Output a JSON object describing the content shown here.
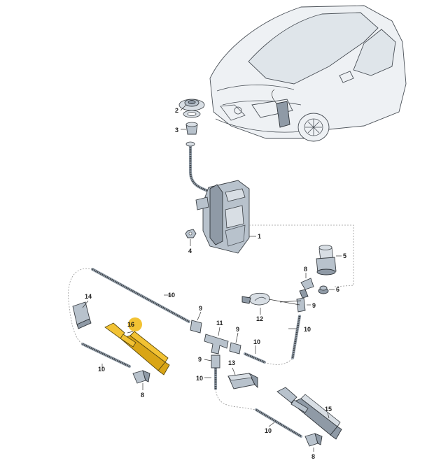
{
  "diagram": {
    "highlight_color": "#f2c233",
    "labels": [
      {
        "id": "l1",
        "text": "1"
      },
      {
        "id": "l2",
        "text": "2"
      },
      {
        "id": "l3",
        "text": "3"
      },
      {
        "id": "l4",
        "text": "4"
      },
      {
        "id": "l5",
        "text": "5"
      },
      {
        "id": "l6",
        "text": "6"
      },
      {
        "id": "l8a",
        "text": "8"
      },
      {
        "id": "l8b",
        "text": "8"
      },
      {
        "id": "l8c",
        "text": "8"
      },
      {
        "id": "l9a",
        "text": "9"
      },
      {
        "id": "l9b",
        "text": "9"
      },
      {
        "id": "l9c",
        "text": "9"
      },
      {
        "id": "l9d",
        "text": "9"
      },
      {
        "id": "l10a",
        "text": "10"
      },
      {
        "id": "l10b",
        "text": "10"
      },
      {
        "id": "l10c",
        "text": "10"
      },
      {
        "id": "l10d",
        "text": "10"
      },
      {
        "id": "l10e",
        "text": "10"
      },
      {
        "id": "l10f",
        "text": "10"
      },
      {
        "id": "l11",
        "text": "11"
      },
      {
        "id": "l12",
        "text": "12"
      },
      {
        "id": "l13",
        "text": "13"
      },
      {
        "id": "l14",
        "text": "14"
      },
      {
        "id": "l15",
        "text": "15"
      },
      {
        "id": "l16",
        "text": "16"
      }
    ]
  }
}
